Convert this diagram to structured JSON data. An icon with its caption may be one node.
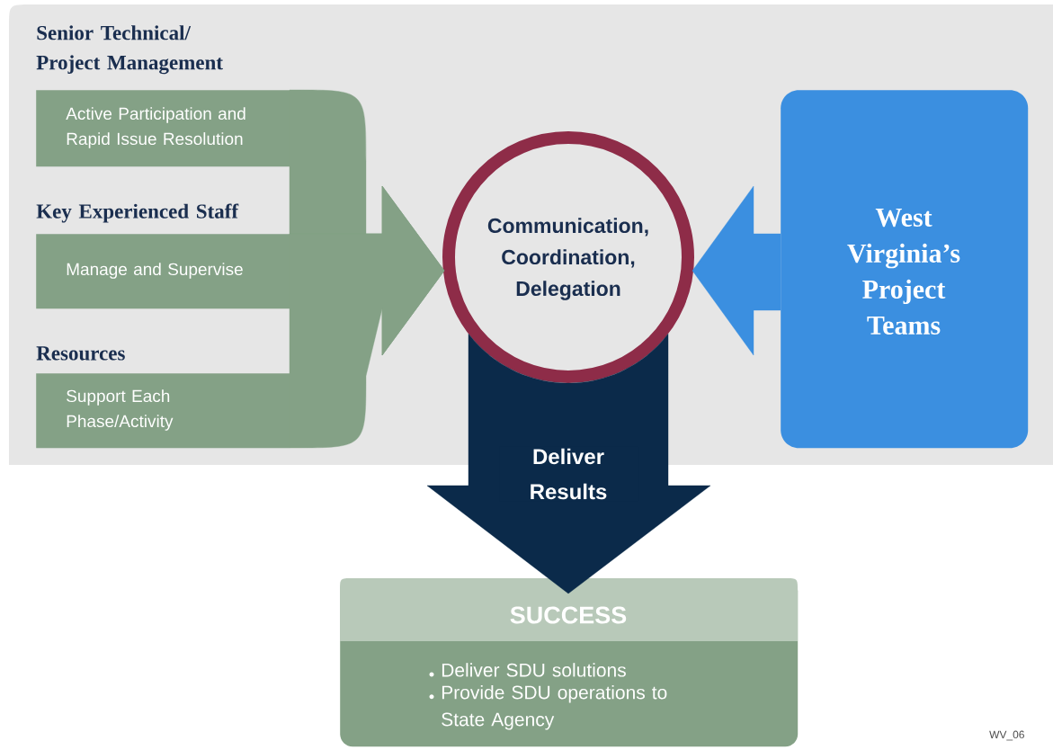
{
  "diagram": {
    "nodes": [
      {
        "text": [
          "Senior Technical/ Project Management",
          "Active Participation and Rapid Issue Resolution"
        ]
      },
      {
        "text": [
          "Key Experienced Staff",
          "Manage and Supervise"
        ]
      },
      {
        "text": [
          "Resources",
          "Support Each Phase/Activity"
        ]
      },
      {
        "text": [
          "Communication, Coordination, Delegation"
        ]
      },
      {
        "text": [
          "West Virginia’s Project Teams"
        ]
      },
      {
        "text": [
          "SUCCESS",
          "Deliver SDU solutions",
          "Provide SDU operations to State Agency"
        ]
      }
    ],
    "edges": [
      {
        "from": 0,
        "to": 3,
        "arrow": "to",
        "color": "#84a186"
      },
      {
        "from": 1,
        "to": 3,
        "arrow": "to",
        "color": "#84a186"
      },
      {
        "from": 2,
        "to": 3,
        "arrow": "to",
        "color": "#84a186"
      },
      {
        "from": 4,
        "to": 3,
        "arrow": "to",
        "color": "#3b8fe0"
      },
      {
        "from": 3,
        "to": 5,
        "arrow": "to",
        "label": "Deliver Results",
        "color": "#0b2a4a"
      }
    ],
    "labels": [
      "WV_06"
    ]
  }
}
